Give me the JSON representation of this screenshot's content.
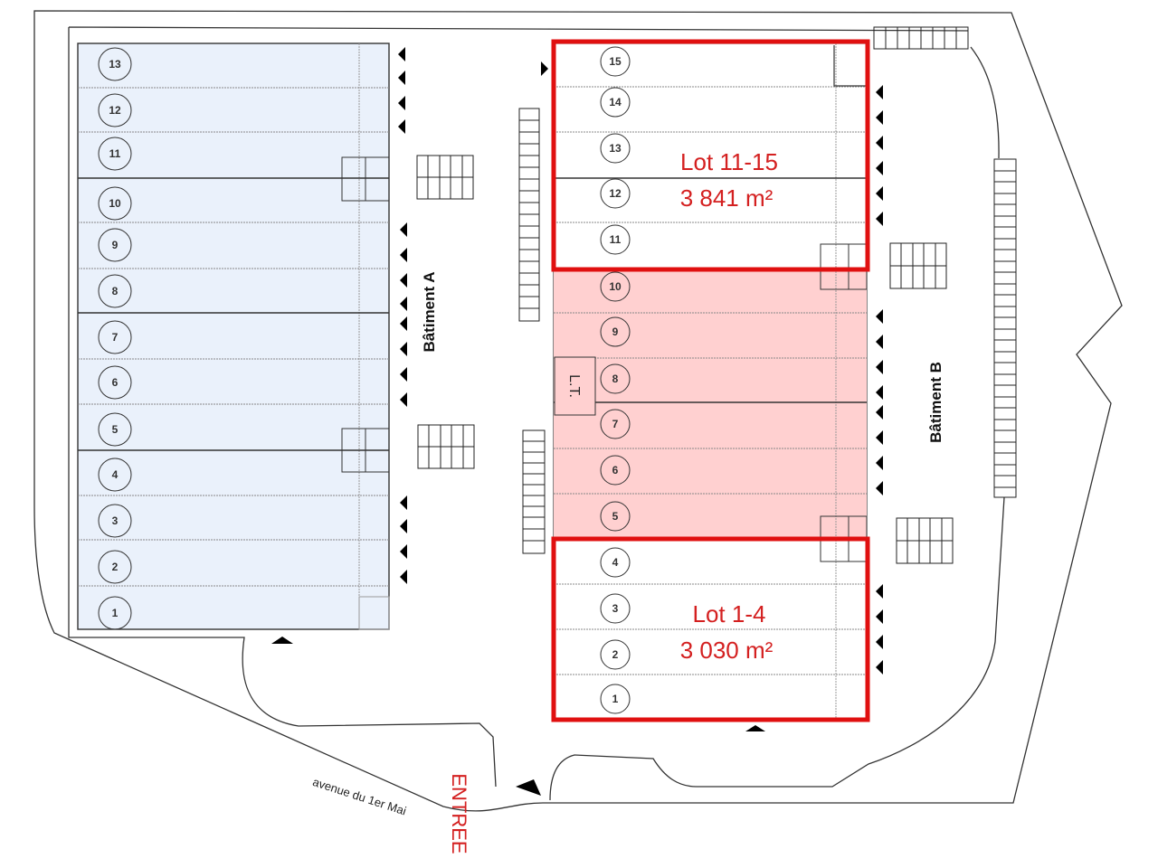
{
  "buildings": {
    "a": {
      "label": "Bâtiment A",
      "fill": "#eaf1fb",
      "units": [
        "13",
        "12",
        "11",
        "10",
        "9",
        "8",
        "7",
        "6",
        "5",
        "4",
        "3",
        "2",
        "1"
      ]
    },
    "b": {
      "label": "Bâtiment B",
      "units": [
        "15",
        "14",
        "13",
        "12",
        "11",
        "10",
        "9",
        "8",
        "7",
        "6",
        "5",
        "4",
        "3",
        "2",
        "1"
      ],
      "highlight_fill": "#ffd0d0",
      "local_technique": "L.T."
    }
  },
  "lots": [
    {
      "label": "Lot 11-15",
      "area": "3 841 m²",
      "color": "#e01010"
    },
    {
      "label": "Lot 1-4",
      "area": "3 030 m²",
      "color": "#e01010"
    }
  ],
  "street": {
    "label": "avenue du 1er Mai"
  },
  "entrance": {
    "label": "ENTREE",
    "color": "#d42020"
  }
}
